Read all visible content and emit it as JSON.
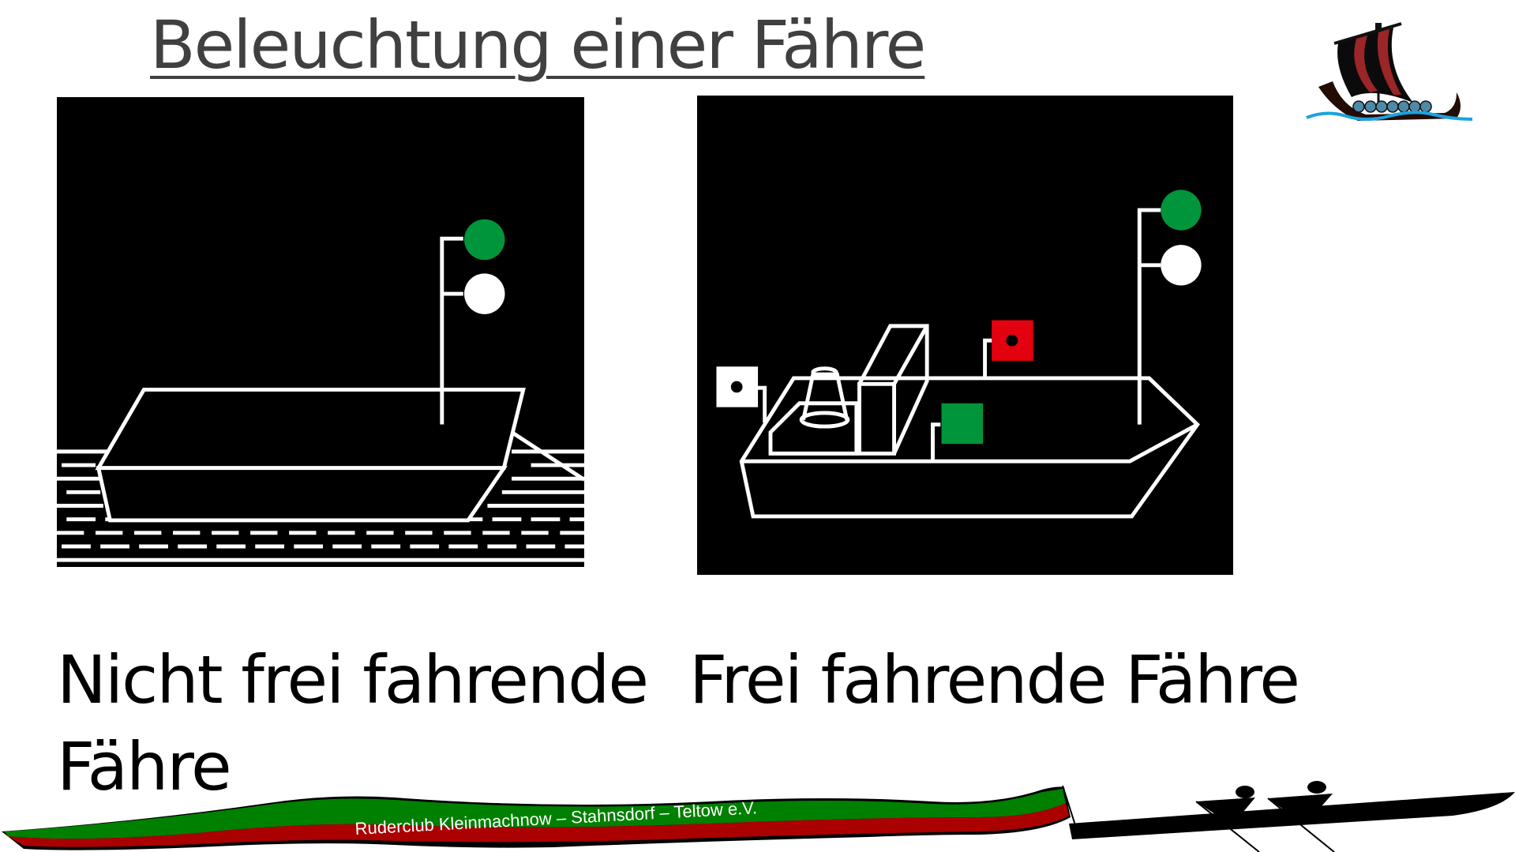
{
  "title": "Beleuchtung einer Fähre",
  "left_caption": {
    "line1": "Nicht frei fahrende",
    "line2": "Fähre"
  },
  "right_caption": "Frei fahrende Fähre",
  "banner_text": "Ruderclub   Kleinmachnow – Stahnsdorf – Teltow  e.V.",
  "colors": {
    "light_green": "#00953a",
    "light_red": "#e3000f",
    "light_white": "#ffffff",
    "banner_green": "#008000",
    "banner_red": "#aa0000"
  },
  "icons": [
    "viking-ship-logo",
    "rowing-boat-icon"
  ]
}
